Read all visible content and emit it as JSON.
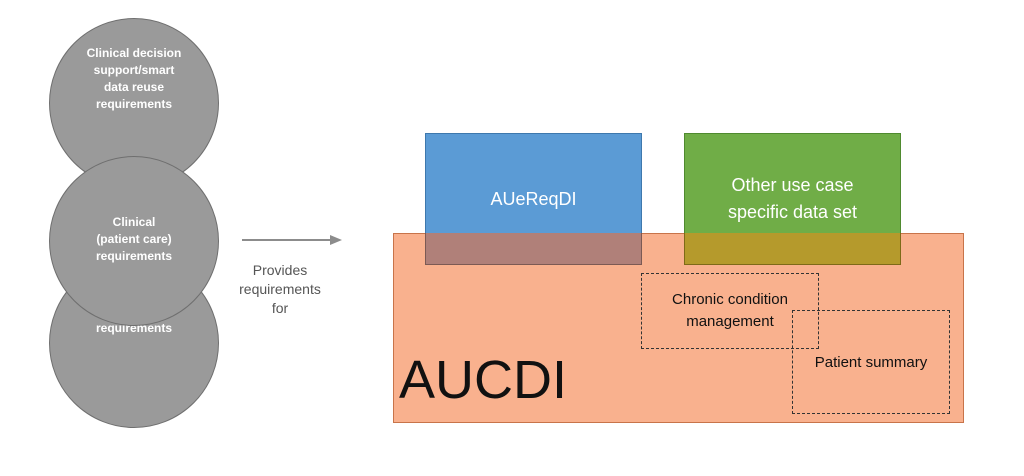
{
  "circles": {
    "clinical_decision": "Clinical decision\nsupport/smart\ndata reuse\nrequirements",
    "reporting": "Reporting\nrequirements",
    "clinical_care": "Clinical\n(patient care)\nrequirements"
  },
  "arrow": {
    "label": "Provides\nrequirements\nfor"
  },
  "aucdi": {
    "label": "AUCDI"
  },
  "boxes": {
    "aueReqDI": "AUeReqDI",
    "other_use_case": "Other use case\nspecific data set",
    "chronic": "Chronic condition\nmanagement",
    "patient_summary": "Patient summary"
  },
  "colors": {
    "circle": "#9a9a9a",
    "aucdi": "#f9b18e",
    "aueReqDI": "#5b9bd5",
    "other_use_case": "#70ad47"
  }
}
